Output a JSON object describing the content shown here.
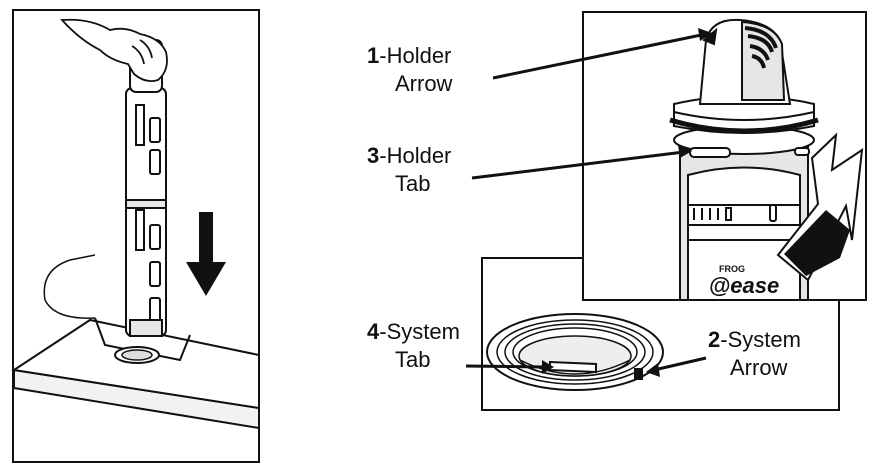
{
  "callouts": {
    "holder_arrow": {
      "number": "1",
      "line1": "-Holder",
      "line2": "Arrow"
    },
    "holder_tab": {
      "number": "3",
      "line1": "-Holder",
      "line2": "Tab"
    },
    "system_tab": {
      "number": "4",
      "line1": "-System",
      "line2": "Tab"
    },
    "system_arrow": {
      "number": "2",
      "line1": "-System",
      "line2": "Arrow"
    }
  },
  "product_labels": {
    "brand": "FROG",
    "product": "@ease"
  },
  "colors": {
    "ink": "#111111",
    "background": "#ffffff",
    "shade": "#e6e6e6"
  },
  "icons": {
    "insert_direction": "down-arrow-icon",
    "twist_direction": "rotate-arrow-icon"
  }
}
